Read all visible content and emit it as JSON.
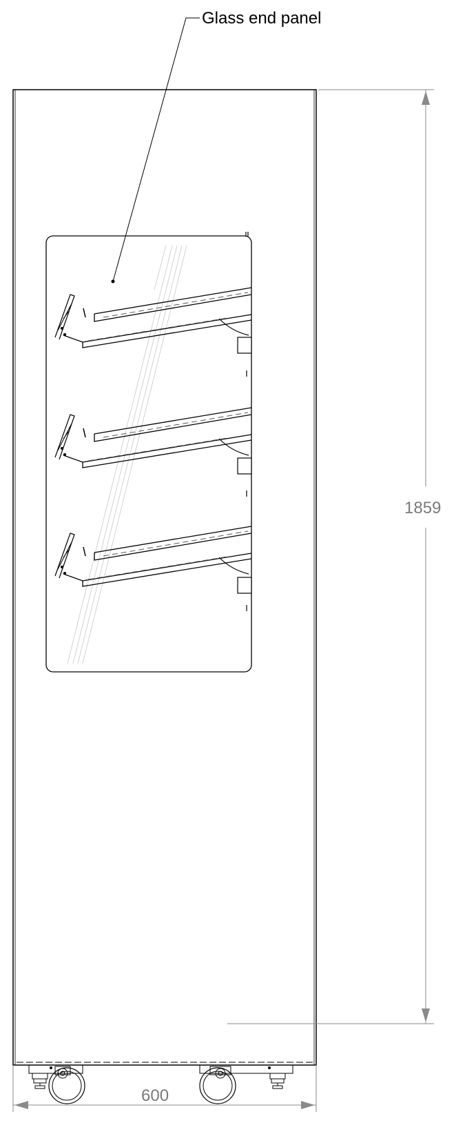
{
  "drawing": {
    "callout": {
      "label": "Glass end panel"
    },
    "dimensions": {
      "height": "1859",
      "width": "600"
    },
    "shelves": [
      {
        "name": "shelf-top"
      },
      {
        "name": "shelf-middle"
      },
      {
        "name": "shelf-bottom"
      }
    ],
    "colors": {
      "outline": "#000000",
      "dimension": "#8a8a8a",
      "glass_reflection": "#c8c8c8"
    }
  }
}
